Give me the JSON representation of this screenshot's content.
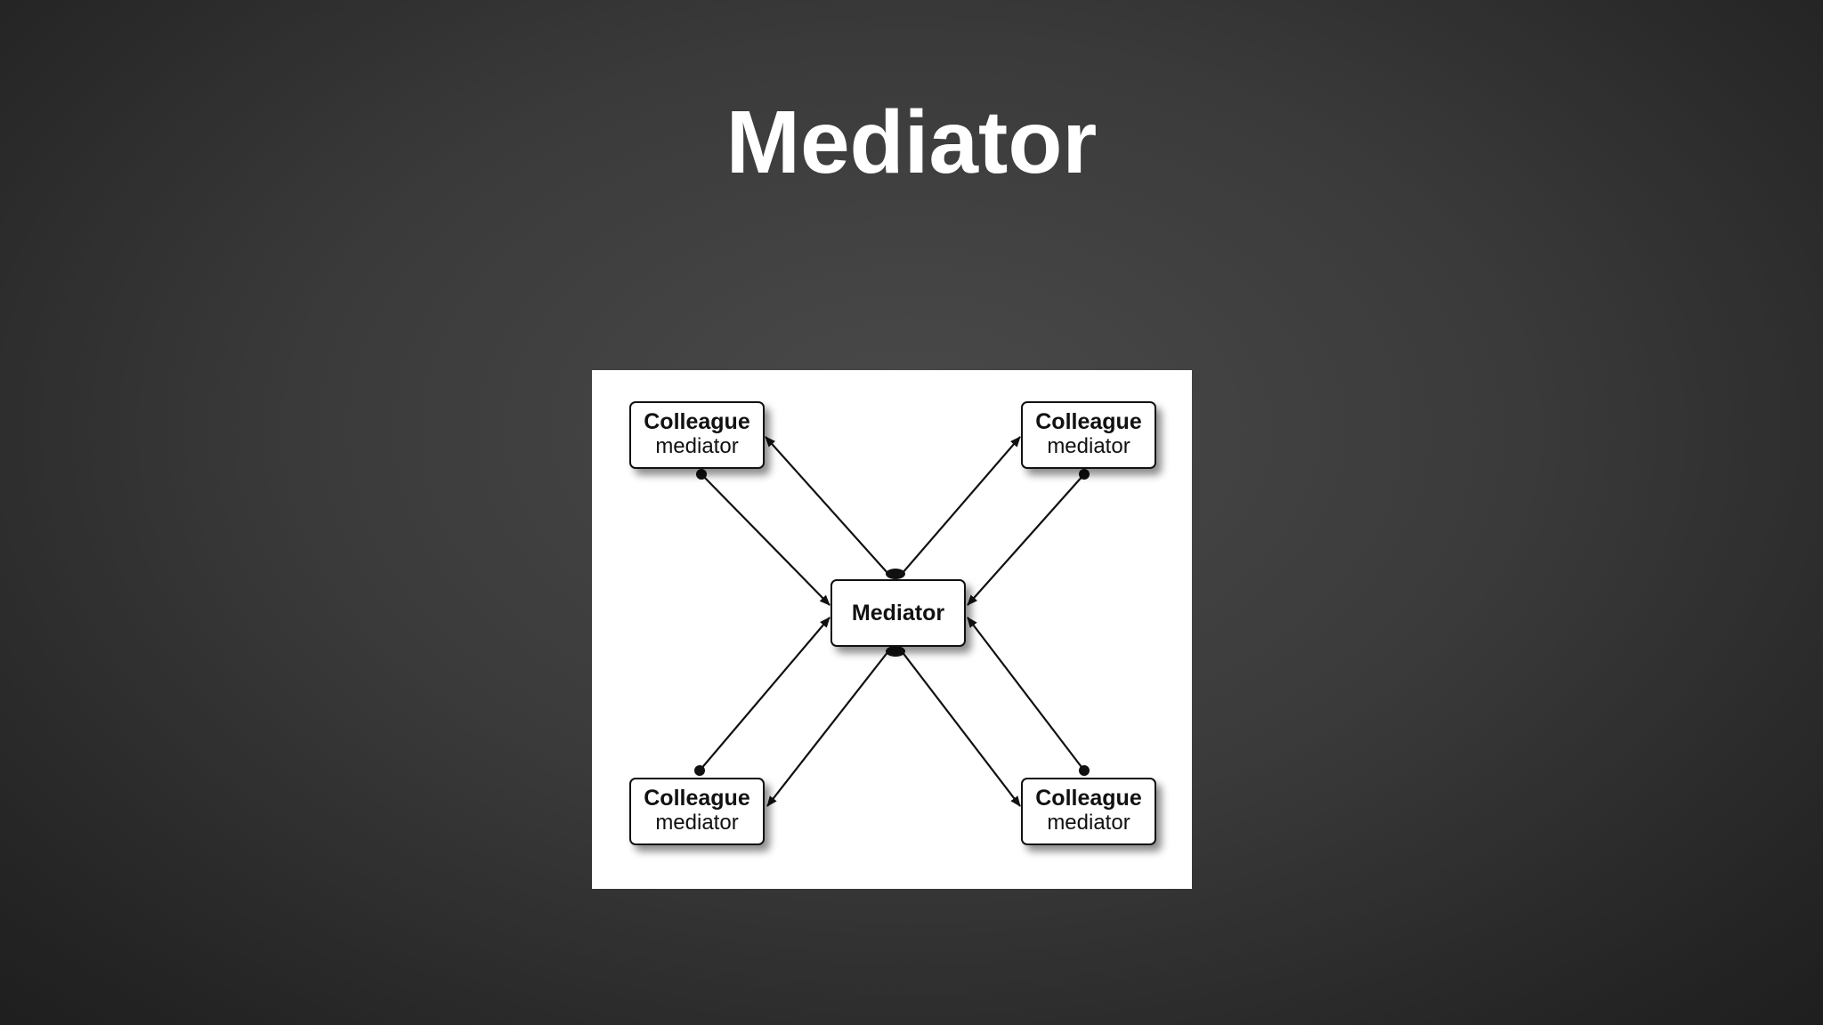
{
  "slide": {
    "title": "Mediator"
  },
  "diagram": {
    "mediator": {
      "label": "Mediator"
    },
    "colleagues": [
      {
        "id": "top-left",
        "name": "Colleague",
        "role": "mediator"
      },
      {
        "id": "top-right",
        "name": "Colleague",
        "role": "mediator"
      },
      {
        "id": "bottom-left",
        "name": "Colleague",
        "role": "mediator"
      },
      {
        "id": "bottom-right",
        "name": "Colleague",
        "role": "mediator"
      }
    ]
  }
}
